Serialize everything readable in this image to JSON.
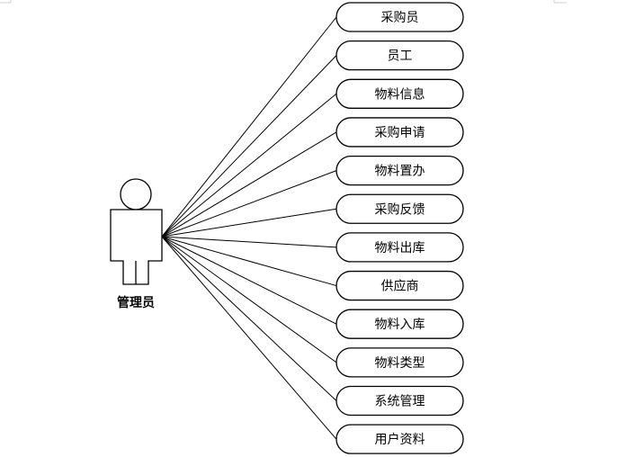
{
  "actor": {
    "label": "管理员",
    "icon": "person-icon"
  },
  "use_cases": [
    "采购员",
    "员工",
    "物料信息",
    "采购申请",
    "物料置办",
    "采购反馈",
    "物料出库",
    "供应商",
    "物料入库",
    "物料类型",
    "系统管理",
    "用户资料"
  ]
}
